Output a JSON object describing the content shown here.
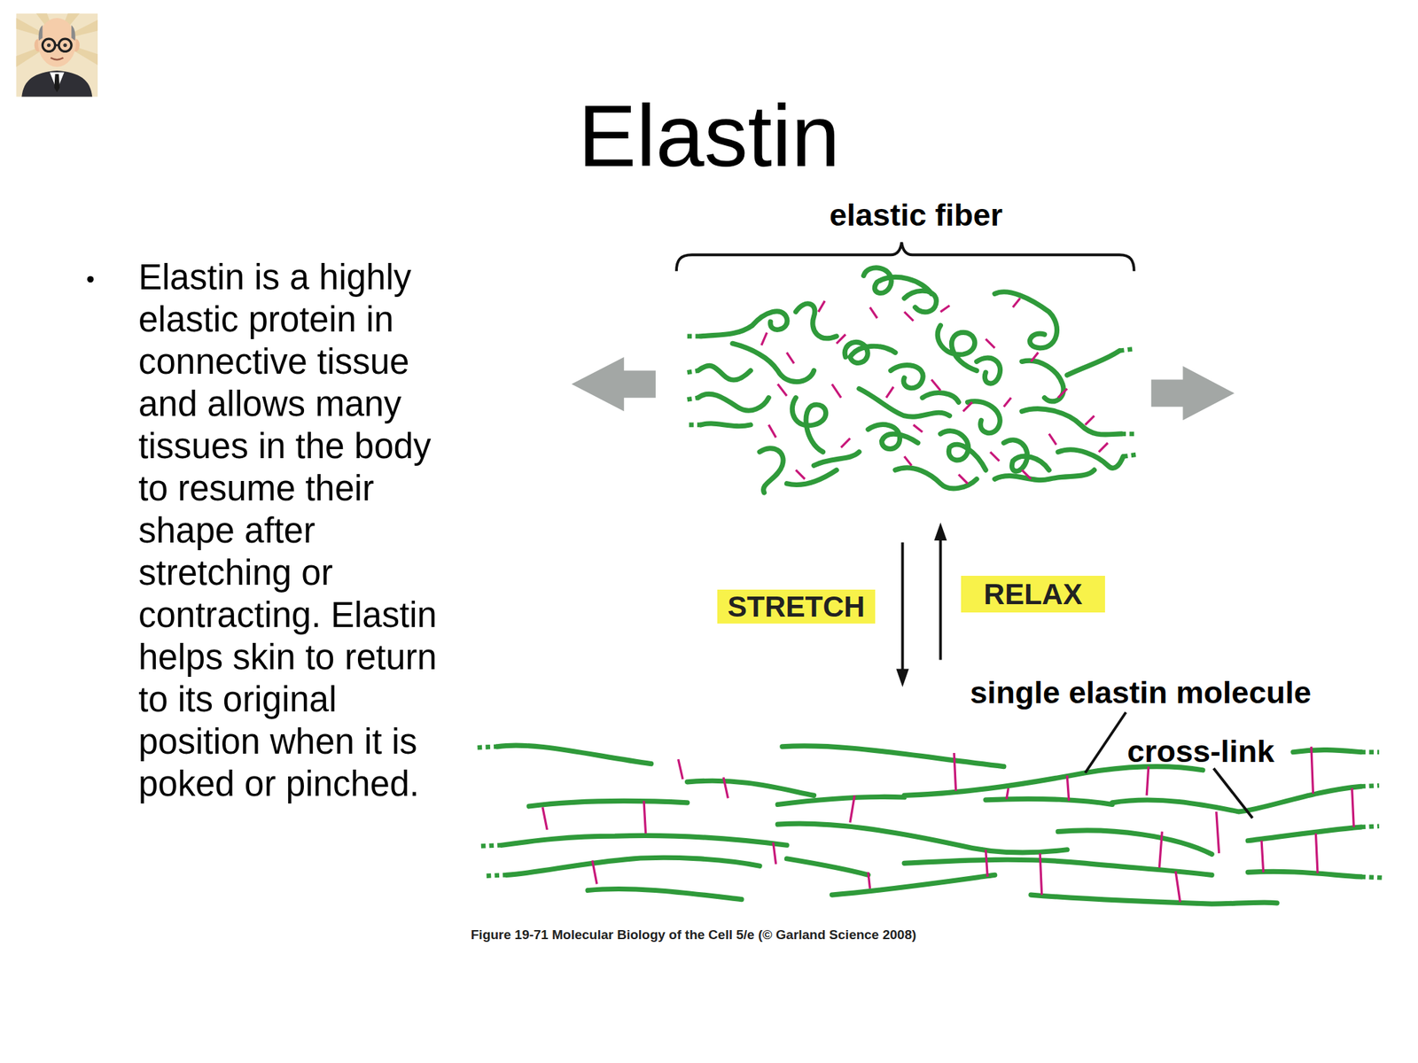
{
  "diagram": {
    "title": "Elastin",
    "caption": "Figure 19-71 Molecular Biology of the Cell 5/e (© Garland Science 2008)",
    "nodes": [
      {
        "text": [
          "STRETCH"
        ]
      },
      {
        "text": [
          "RELAX"
        ]
      }
    ],
    "labels": [
      "Elastin is a highly elastic protein in connective tissue and allows many tissues in the body to resume their shape after stretching or contracting. Elastin helps skin to return to its original position when it is poked or pinched.",
      "elastic fiber",
      "single elastin molecule",
      "cross-link"
    ]
  }
}
